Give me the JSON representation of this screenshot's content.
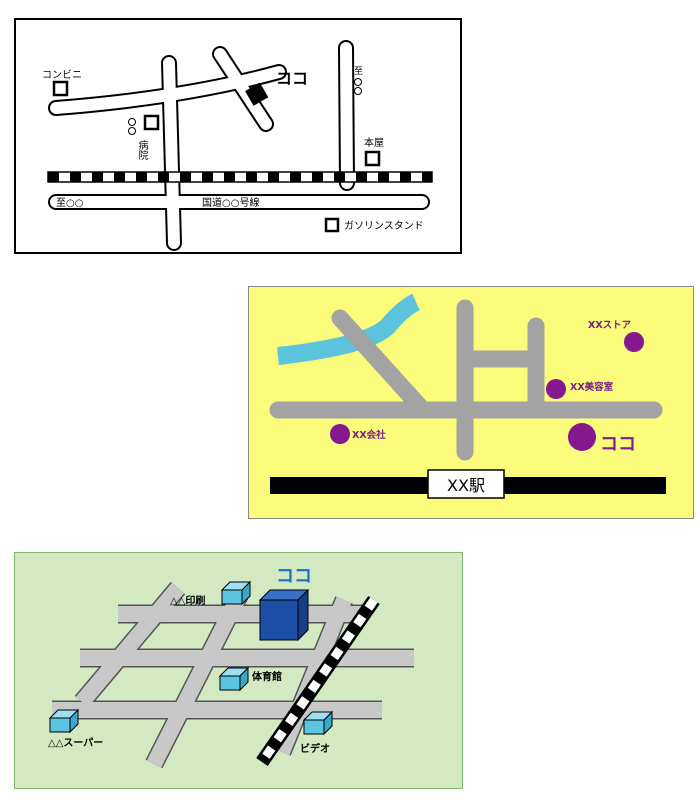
{
  "map1": {
    "here": "ココ",
    "convenience": "コンビニ",
    "hospital": "病院",
    "hospital_mark": "○○",
    "to_a": "至",
    "to_a_place": "○○",
    "bookstore": "本屋",
    "to_b": "至○○",
    "national_road": "国道○○号線",
    "gas_station": "ガソリンスタンド"
  },
  "map2": {
    "store": "XXストア",
    "salon": "XX美容室",
    "company": "XX会社",
    "here": "ココ",
    "station": "XX駅"
  },
  "map3": {
    "here": "ココ",
    "printing": "△△印刷",
    "gym": "体育館",
    "supermarket": "△△スーパー",
    "video": "ビデオ"
  },
  "colors": {
    "map2_bg": "#fbfb7c",
    "map2_road": "#a3a3a3",
    "map2_river": "#5bc3db",
    "map2_spot": "#85178f",
    "map3_bg": "#d2e9c1",
    "map3_road": "#c8c8c8",
    "map3_building": "#5bc4e0",
    "map3_target": "#1c4fa5"
  }
}
